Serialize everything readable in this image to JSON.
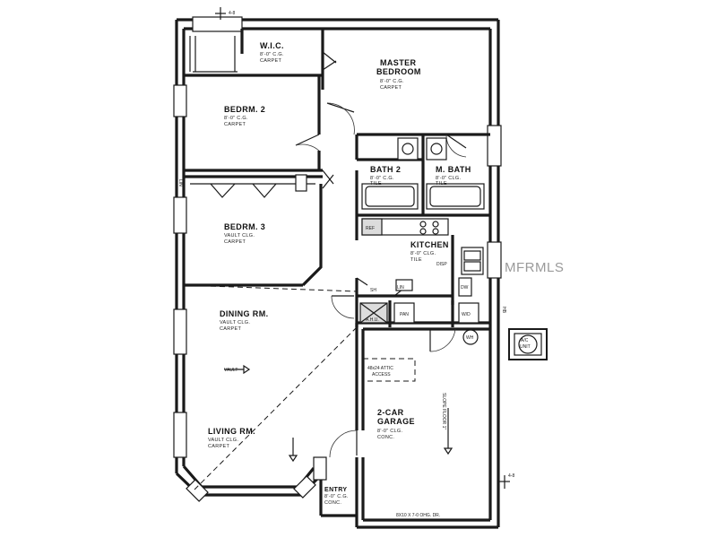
{
  "watermark": "MFRMLS",
  "rooms": {
    "wic": {
      "name": "W.I.C.",
      "line1": "8'-0\" C.G.",
      "line2": "CARPET"
    },
    "master": {
      "name1": "MASTER",
      "name2": "BEDROOM",
      "line1": "8'-0\" C.G.",
      "line2": "CARPET"
    },
    "bedroom2": {
      "name": "BEDRM. 2",
      "line1": "8'-0\" C.G.",
      "line2": "CARPET"
    },
    "bedroom3": {
      "name": "BEDRM. 3",
      "line1": "VAULT CLG.",
      "line2": "CARPET"
    },
    "bath2": {
      "name": "BATH 2",
      "line1": "8'-0\" C.G.",
      "line2": "TILE"
    },
    "mbath": {
      "name": "M. BATH",
      "line1": "8'-0\" CLG.",
      "line2": "TILE"
    },
    "kitchen": {
      "name": "KITCHEN",
      "line1": "8'-0\" CLG.",
      "line2": "TILE"
    },
    "dining": {
      "name": "DINING RM.",
      "line1": "VAULT CLG.",
      "line2": "CARPET"
    },
    "living": {
      "name": "LIVING RM.",
      "line1": "VAULT CLG.",
      "line2": "CARPET"
    },
    "garage": {
      "name1": "2-CAR",
      "name2": "GARAGE",
      "line1": "8'-0\" CLG.",
      "line2": "CONC."
    },
    "entry": {
      "name": "ENTRY",
      "line1": "8'-0\" C.G.",
      "line2": "CONC."
    }
  },
  "labels": {
    "vault": "VAULT",
    "attic1": "48x24 ATTIC",
    "attic2": "ACCESS",
    "slope": "SLOPE FLOOR 1\"",
    "door": "8X10 X 7-0 OHG. DR.",
    "wh": "WH",
    "ref": "REF",
    "dw": "DW",
    "dsp": "DISP",
    "ahu": "A.H.U.",
    "linen": "LIN",
    "pantry": "PAN",
    "ac1": "A/C",
    "ac2": "UNIT",
    "hb": "HB",
    "wd": "W/D",
    "grid_top": "4-8",
    "grid_bottom": "4-8",
    "lin2": "LIN",
    "sh": "SH"
  }
}
